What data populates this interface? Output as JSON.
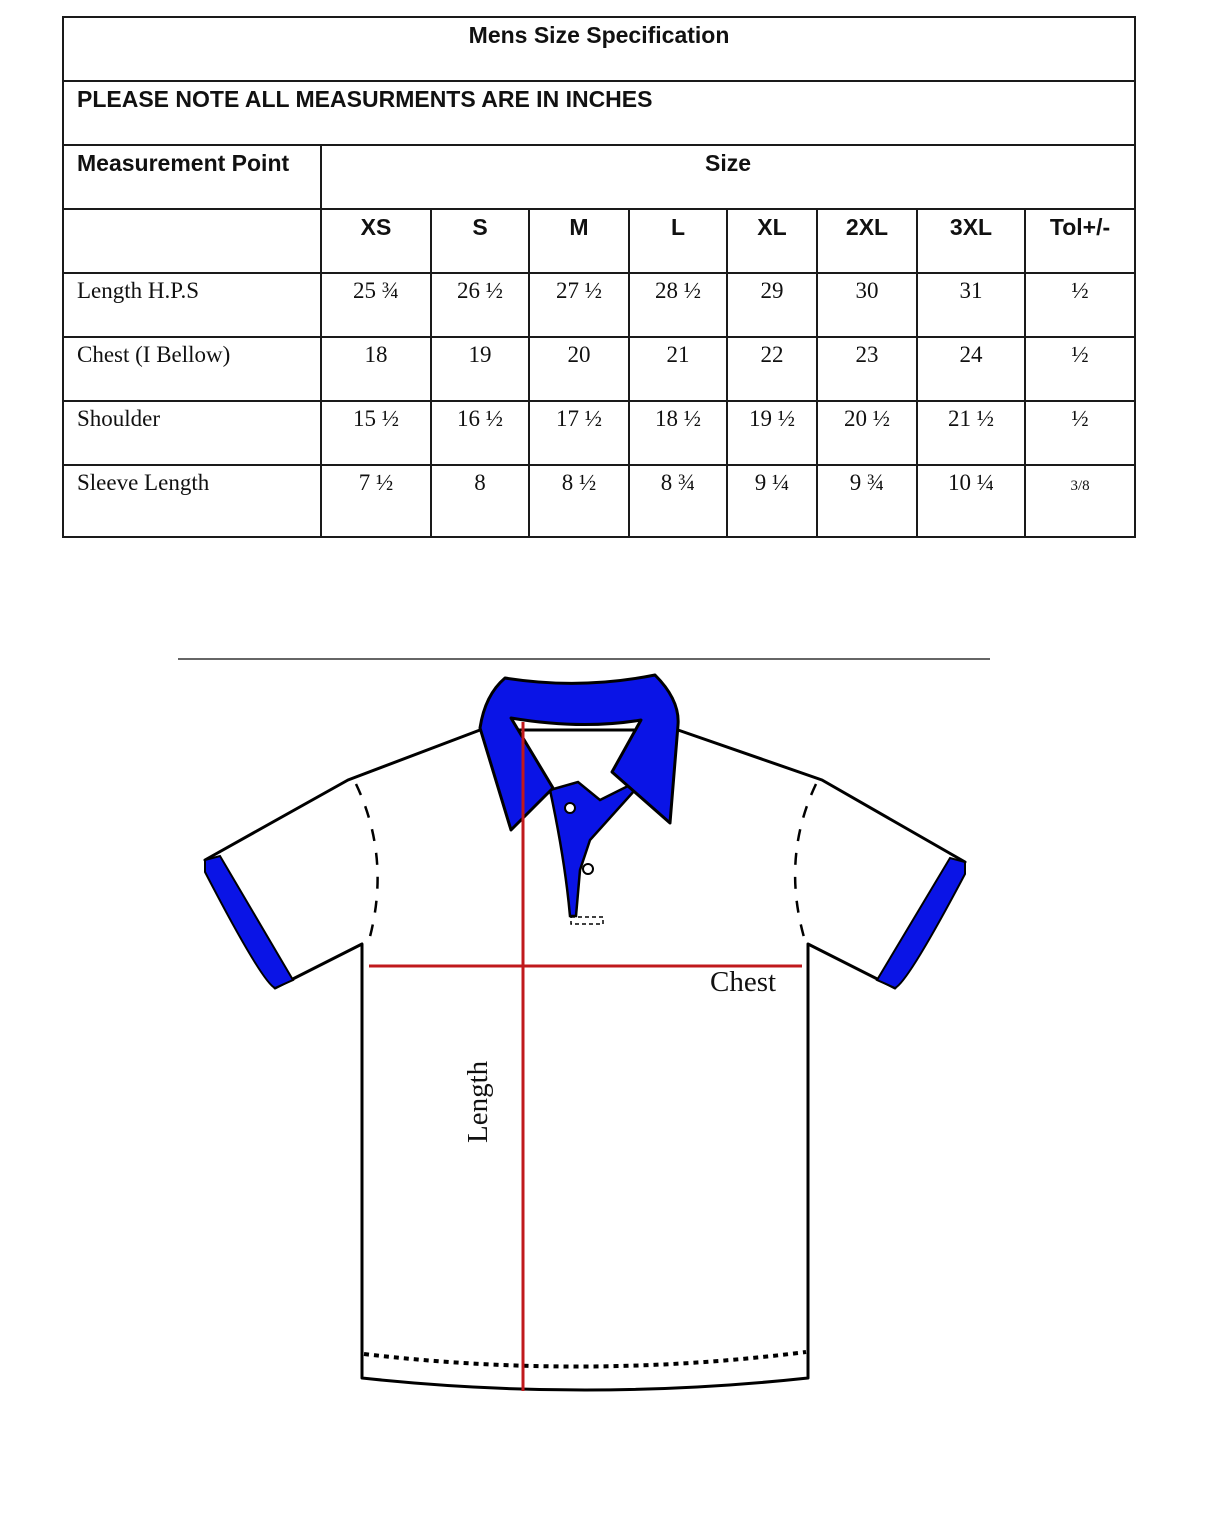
{
  "document": {
    "title": "Mens Size Specification",
    "note": "PLEASE NOTE ALL MEASURMENTS ARE IN INCHES",
    "measurement_point_header": "Measurement Point",
    "size_header": "Size"
  },
  "table": {
    "columns": [
      "XS",
      "S",
      "M",
      "L",
      "XL",
      "2XL",
      "3XL",
      "Tol+/-"
    ],
    "rows": [
      {
        "label": "Length H.P.S",
        "values": [
          "25 ¾",
          "26 ½",
          "27 ½",
          "28 ½",
          "29",
          "30",
          "31",
          "½"
        ]
      },
      {
        "label": "Chest (I Bellow)",
        "values": [
          "18",
          "19",
          "20",
          "21",
          "22",
          "23",
          "24",
          "½"
        ]
      },
      {
        "label": "Shoulder",
        "values": [
          "15 ½",
          "16 ½",
          "17 ½",
          "18 ½",
          "19 ½",
          "20 ½",
          "21 ½",
          "½"
        ]
      },
      {
        "label": "Sleeve Length",
        "values": [
          "7 ½",
          "8",
          "8 ½",
          "8 ¾",
          "9 ¼",
          "9 ¾",
          "10 ¼",
          "3/8"
        ]
      }
    ]
  },
  "diagram": {
    "chest_label": "Chest",
    "length_label": "Length",
    "colors": {
      "accent_blue": "#0a14e6",
      "measure_red": "#c0191c",
      "outline": "#000000"
    }
  }
}
